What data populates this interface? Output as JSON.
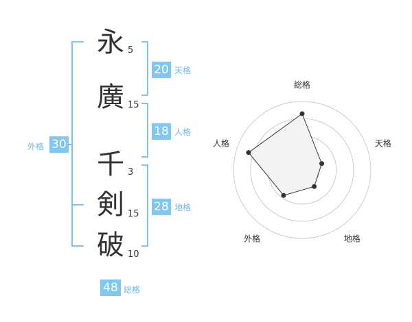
{
  "name": {
    "characters": [
      {
        "char": "永",
        "strokes": "5"
      },
      {
        "char": "廣",
        "strokes": "15"
      },
      {
        "char": "千",
        "strokes": "3"
      },
      {
        "char": "剣",
        "strokes": "15"
      },
      {
        "char": "破",
        "strokes": "10"
      }
    ]
  },
  "fortunes": {
    "tenkaku": {
      "value": "20",
      "label": "天格"
    },
    "jinkaku": {
      "value": "18",
      "label": "人格"
    },
    "chikaku": {
      "value": "28",
      "label": "地格"
    },
    "gaikaku": {
      "value": "30",
      "label": "外格"
    },
    "soukaku": {
      "value": "48",
      "label": "総格"
    }
  },
  "chart_data": {
    "type": "radar",
    "axes": [
      "総格",
      "天格",
      "地格",
      "外格",
      "人格"
    ],
    "values": [
      0.82,
      0.3,
      0.3,
      0.46,
      0.82
    ],
    "range": [
      0,
      1
    ],
    "rings": 4,
    "colors": {
      "fill": "#f2f2f2",
      "line": "#333333",
      "ring": "#cccccc",
      "point": "#333333"
    }
  }
}
